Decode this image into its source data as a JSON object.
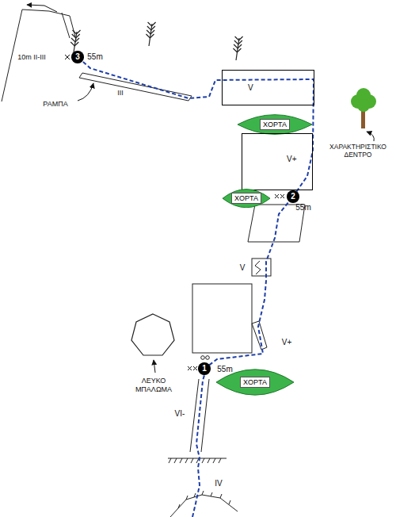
{
  "diagram": {
    "nodes": [
      {
        "text": [
          "3"
        ]
      },
      {
        "text": [
          "V"
        ]
      },
      {
        "text": [
          "ΧΟΡΤΑ"
        ]
      },
      {
        "text": [
          "V+"
        ]
      },
      {
        "text": [
          "ΧΟΡΤΑ"
        ]
      },
      {
        "text": [
          "2"
        ]
      },
      {
        "text": [
          "1"
        ]
      },
      {
        "text": [
          "ΧΟΡΤΑ"
        ]
      }
    ],
    "edges": [
      {
        "from": 6,
        "to": 5,
        "arrow": "none"
      },
      {
        "from": 5,
        "to": 0,
        "arrow": "none"
      }
    ],
    "labels": [
      "10m II-III",
      "55m",
      "ΡΑΜΠΑ",
      "III",
      "ΧΑΡΑΚΤΗΡΙΣΤΙΚΟ ΔΕΝΤΡΟ",
      "55m",
      "V",
      "V+",
      "55m",
      "ΛΕΥΚΟ ΜΠΑΛΩΜΑ",
      "VI-",
      "IV"
    ]
  }
}
